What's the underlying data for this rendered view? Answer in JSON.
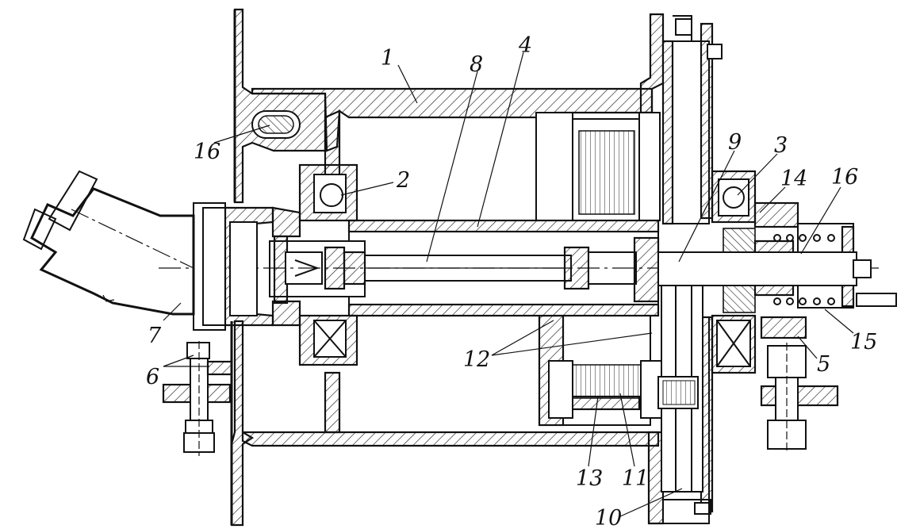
{
  "labels": {
    "l1": "1",
    "l2": "2",
    "l3": "3",
    "l4": "4",
    "l5": "5",
    "l6": "6",
    "l7": "7",
    "l8": "8",
    "l9": "9",
    "l10": "10",
    "l11": "11",
    "l12": "12",
    "l13": "13",
    "l14": "14",
    "l15": "15",
    "l16a": "16",
    "l16b": "16"
  }
}
